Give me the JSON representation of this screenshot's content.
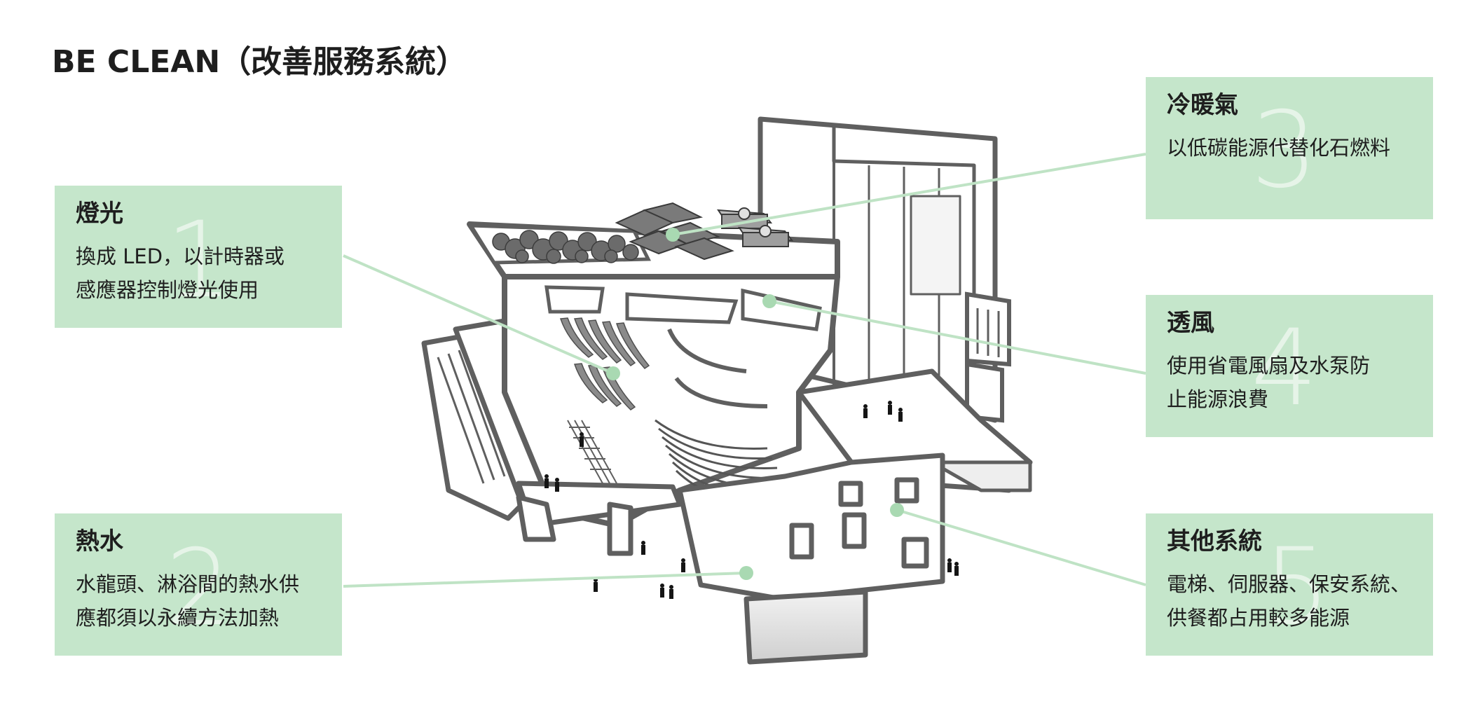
{
  "title": "BE CLEAN（改善服務系統）",
  "colors": {
    "card": "#c5e6cb",
    "leader": "#bfe3c5",
    "dot": "#a9d9b2",
    "building": "#5f5f5f"
  },
  "cards": {
    "lighting": {
      "number": "1",
      "head": "燈光",
      "lines": [
        "換成 LED，以計時器或",
        "感應器控制燈光使用"
      ]
    },
    "hotwater": {
      "number": "2",
      "head": "熱水",
      "lines": [
        "水龍頭、淋浴間的熱水供",
        "應都須以永續方法加熱"
      ]
    },
    "hvac": {
      "number": "3",
      "head": "冷暖氣",
      "lines": [
        "以低碳能源代替化石燃料"
      ]
    },
    "ventilation": {
      "number": "4",
      "head": "透風",
      "lines": [
        "使用省電風扇及水泵防",
        "止能源浪費"
      ]
    },
    "others": {
      "number": "5",
      "head": "其他系統",
      "lines": [
        "電梯、伺服器、保安系統、",
        "供餐都占用較多能源"
      ]
    }
  }
}
